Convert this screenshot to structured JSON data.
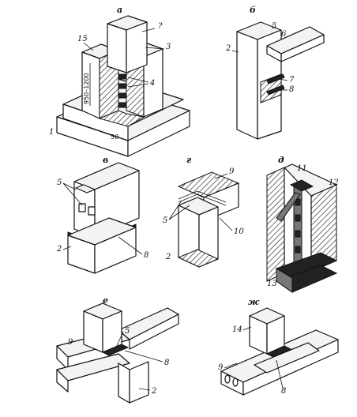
{
  "panels": [
    {
      "id": "a",
      "title": "а",
      "labels": [
        "?",
        "15",
        "3",
        "4",
        "1",
        "950–1200",
        "50"
      ]
    },
    {
      "id": "b",
      "title": "б",
      "labels": [
        "5",
        "6",
        "2",
        "7",
        "8"
      ]
    },
    {
      "id": "v",
      "title": "в",
      "labels": [
        "5",
        "2",
        "8"
      ]
    },
    {
      "id": "g",
      "title": "г",
      "labels": [
        "9",
        "5",
        "10",
        "2"
      ]
    },
    {
      "id": "d",
      "title": "д",
      "labels": [
        "11",
        "12",
        "13"
      ]
    },
    {
      "id": "e",
      "title": "е",
      "labels": [
        "5",
        "9",
        "8",
        "2"
      ]
    },
    {
      "id": "zh",
      "title": "ж",
      "labels": [
        "14",
        "9",
        "8"
      ]
    }
  ]
}
